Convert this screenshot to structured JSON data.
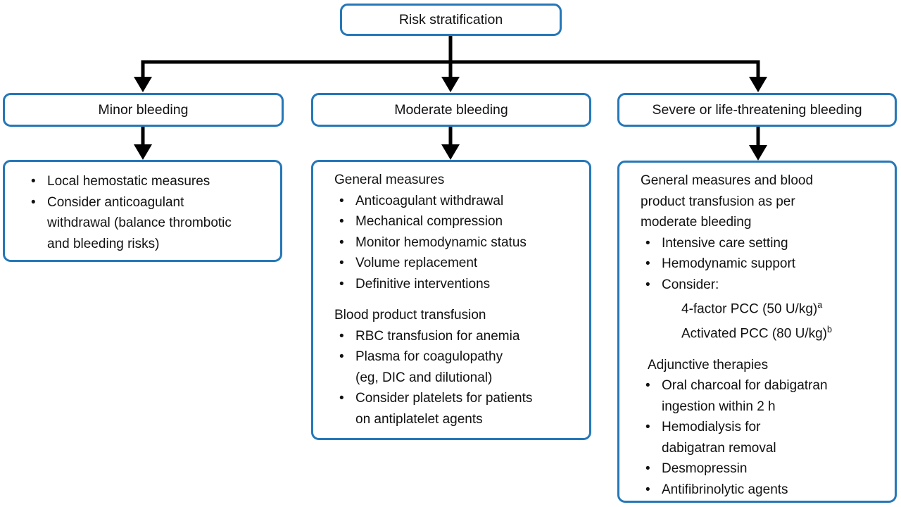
{
  "figure": "bleeding-risk-stratification-flowchart",
  "colors": {
    "box_border": "#2577b8",
    "connector": "#000000",
    "text": "#111111",
    "background": "#ffffff"
  },
  "root": {
    "label": "Risk stratification"
  },
  "minor": {
    "header": "Minor bleeding",
    "items": [
      [
        "Local hemostatic measures"
      ],
      [
        "Consider anticoagulant",
        "withdrawal (balance thrombotic",
        "and bleeding risks)"
      ]
    ]
  },
  "moderate": {
    "header": "Moderate bleeding",
    "section1": {
      "heading": "General measures",
      "items": [
        [
          "Anticoagulant withdrawal"
        ],
        [
          "Mechanical compression"
        ],
        [
          "Monitor hemodynamic status"
        ],
        [
          "Volume replacement"
        ],
        [
          "Definitive interventions"
        ]
      ]
    },
    "section2": {
      "heading": "Blood product transfusion",
      "items": [
        [
          "RBC transfusion for anemia"
        ],
        [
          "Plasma for coagulopathy",
          "(eg, DIC and dilutional)"
        ],
        [
          "Consider platelets for patients",
          "on antiplatelet agents"
        ]
      ]
    }
  },
  "severe": {
    "header": "Severe or life-threatening bleeding",
    "intro": [
      "General measures and blood",
      "product transfusion as per",
      "moderate bleeding"
    ],
    "items": [
      [
        "Intensive care setting"
      ],
      [
        "Hemodynamic support"
      ],
      [
        "Consider:"
      ]
    ],
    "options": [
      {
        "text": "4-factor PCC (50 U/kg)",
        "sup": "a"
      },
      {
        "text": "Activated PCC (80 U/kg)",
        "sup": "b"
      }
    ],
    "section2": {
      "heading": "Adjunctive therapies",
      "items": [
        [
          "Oral charcoal for dabigatran",
          "ingestion within 2 h"
        ],
        [
          "Hemodialysis for",
          "dabigatran removal"
        ],
        [
          "Desmopressin"
        ],
        [
          "Antifibrinolytic agents"
        ]
      ]
    }
  }
}
